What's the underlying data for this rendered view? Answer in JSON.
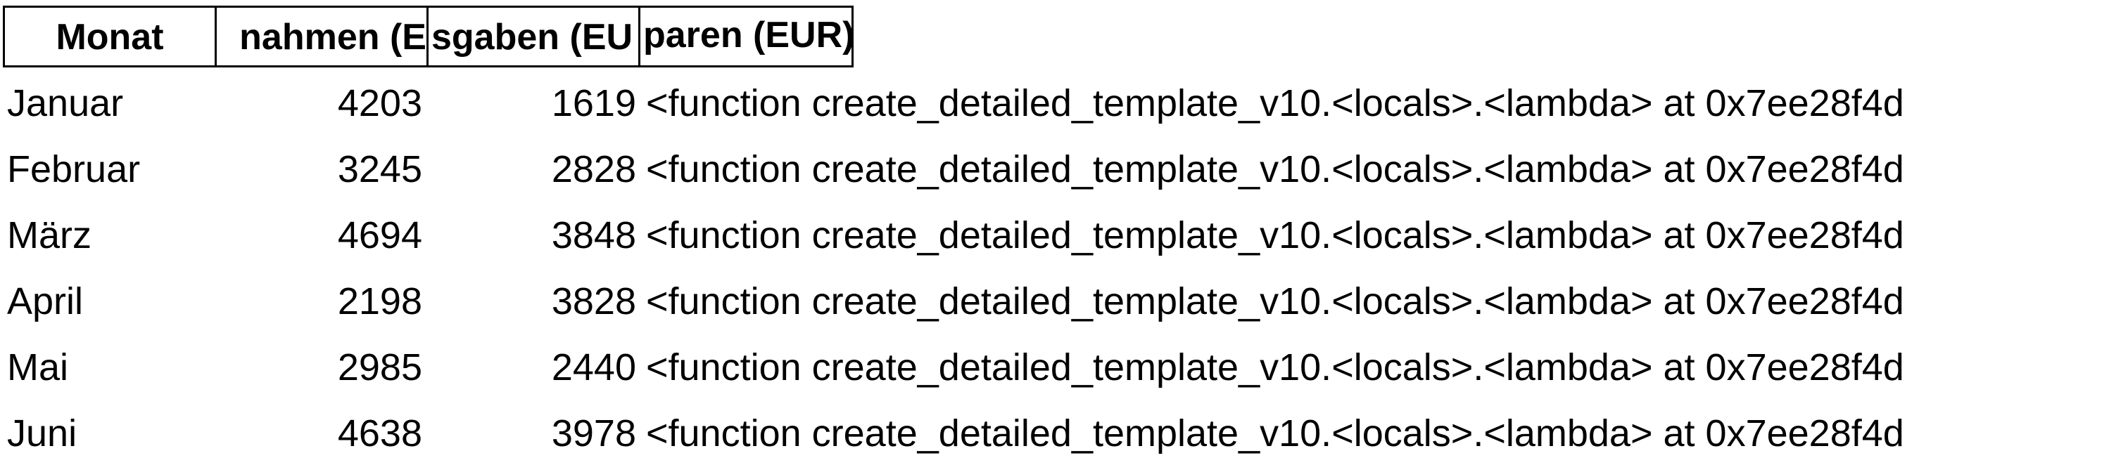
{
  "table": {
    "headers": [
      "Monat",
      "Einnahmen (EUR)",
      "Ausgaben (EUR)",
      "Ersparen (EUR)"
    ],
    "header_visible": [
      "Monat",
      "nahmen (E",
      "sgaben (EU",
      "paren (EUR)"
    ],
    "rows": [
      {
        "month": "Januar",
        "income": "4203",
        "expenses": "1619",
        "savings": "<function create_detailed_template_v10.<locals>.<lambda> at 0x7ee28f4d"
      },
      {
        "month": "Februar",
        "income": "3245",
        "expenses": "2828",
        "savings": "<function create_detailed_template_v10.<locals>.<lambda> at 0x7ee28f4d"
      },
      {
        "month": "März",
        "income": "4694",
        "expenses": "3848",
        "savings": "<function create_detailed_template_v10.<locals>.<lambda> at 0x7ee28f4d"
      },
      {
        "month": "April",
        "income": "2198",
        "expenses": "3828",
        "savings": "<function create_detailed_template_v10.<locals>.<lambda> at 0x7ee28f4d"
      },
      {
        "month": "Mai",
        "income": "2985",
        "expenses": "2440",
        "savings": "<function create_detailed_template_v10.<locals>.<lambda> at 0x7ee28f4d"
      },
      {
        "month": "Juni",
        "income": "4638",
        "expenses": "3978",
        "savings": "<function create_detailed_template_v10.<locals>.<lambda> at 0x7ee28f4d"
      }
    ]
  }
}
